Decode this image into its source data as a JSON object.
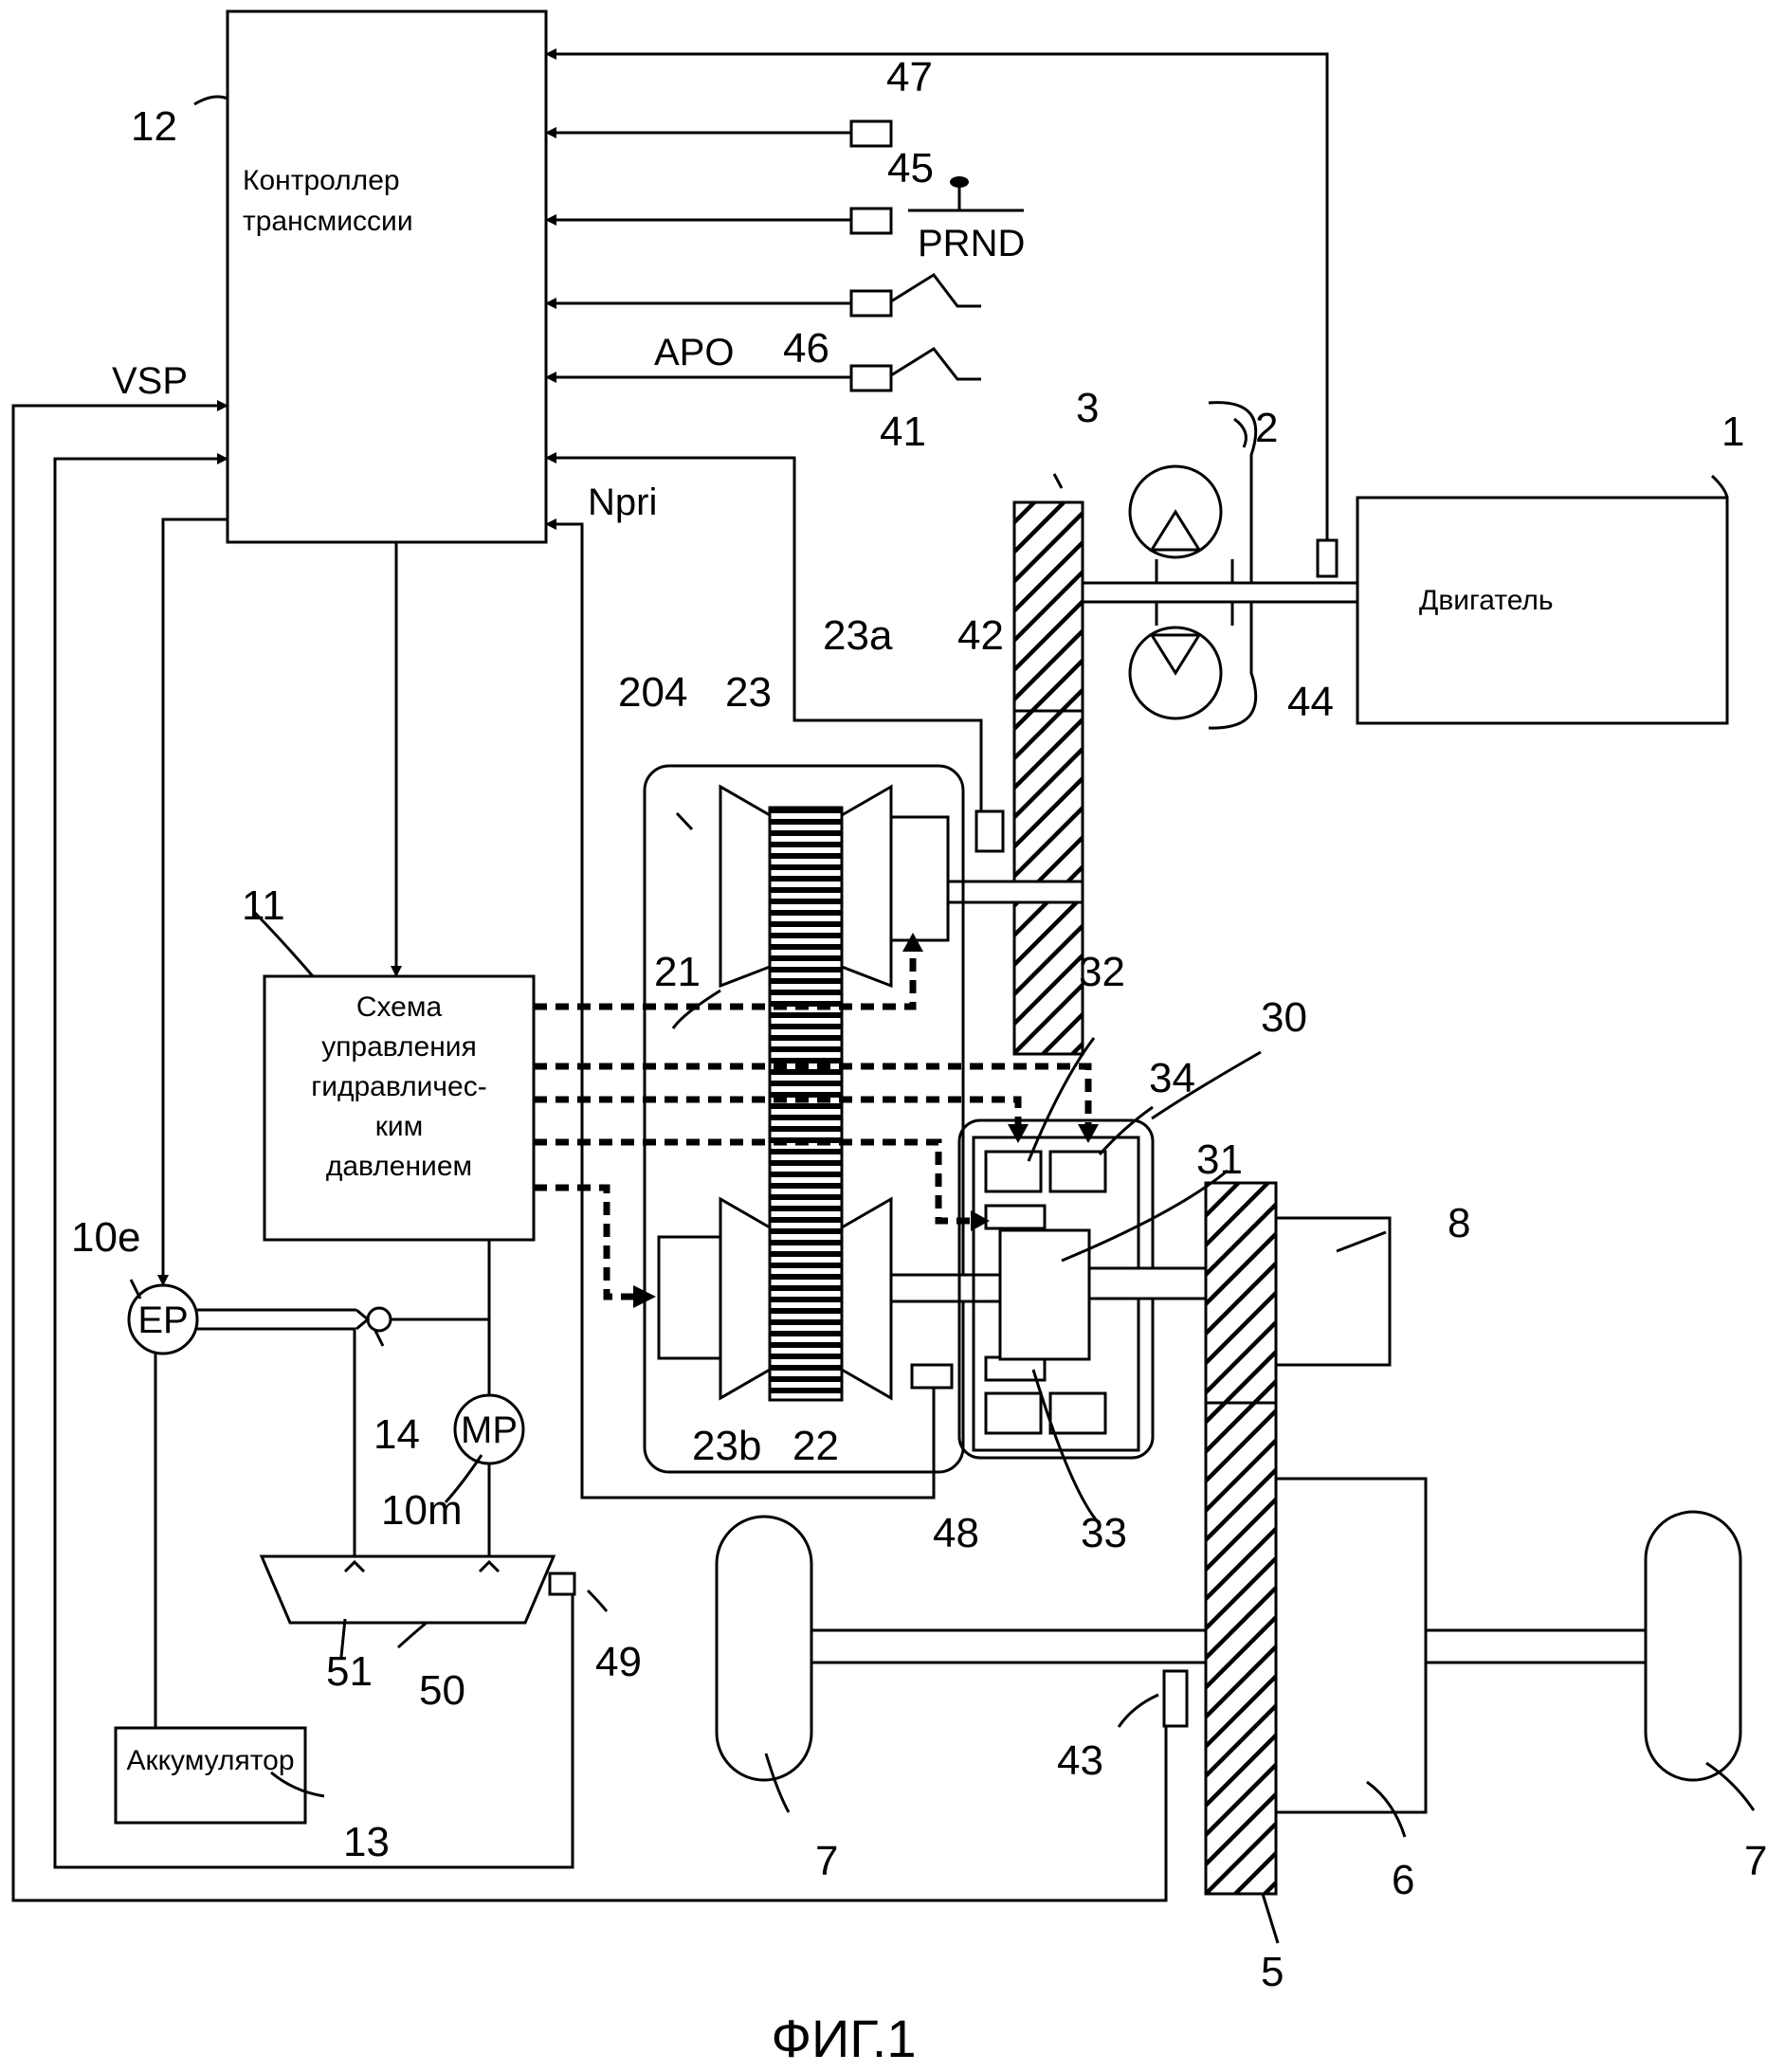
{
  "blocks": {
    "controller": "Контроллер трансмиссии",
    "engine": "Двигатель",
    "hydraulic_line1": "Схема",
    "hydraulic_line2": "управления",
    "hydraulic_line3": "гидравличес-",
    "hydraulic_line4": "ким",
    "hydraulic_line5": "давлением",
    "accumulator": "Аккумулятор",
    "ep": "EP",
    "mp": "MP",
    "prnd": "PRND"
  },
  "signals": {
    "vsp": "VSP",
    "apo": "APO",
    "npri": "Npri"
  },
  "refs": {
    "r1": "1",
    "r2": "2",
    "r3": "3",
    "r5": "5",
    "r6": "6",
    "r7a": "7",
    "r7b": "7",
    "r8": "8",
    "r10e": "10e",
    "r10m": "10m",
    "r11": "11",
    "r12": "12",
    "r13": "13",
    "r14": "14",
    "r21": "21",
    "r22": "22",
    "r23": "23",
    "r23a": "23a",
    "r23b": "23b",
    "r204": "204",
    "r30": "30",
    "r31": "31",
    "r32": "32",
    "r33": "33",
    "r34": "34",
    "r41": "41",
    "r42": "42",
    "r43": "43",
    "r44": "44",
    "r45": "45",
    "r46": "46",
    "r47": "47",
    "r48": "48",
    "r49": "49",
    "r50": "50",
    "r51": "51"
  },
  "caption": "ФИГ.1"
}
